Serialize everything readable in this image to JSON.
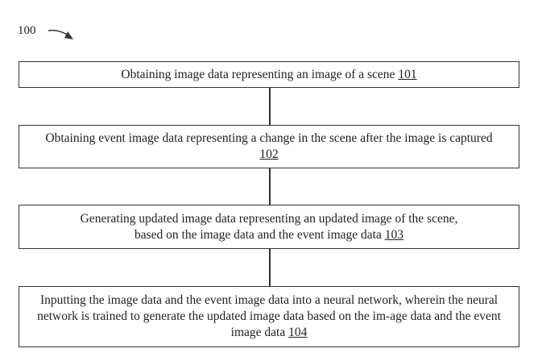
{
  "figure_ref": "100",
  "steps": [
    {
      "text": "Obtaining image data representing an image of a scene",
      "num": "101"
    },
    {
      "text": "Obtaining event image data representing a change in the scene after the image is captured",
      "num": "102"
    },
    {
      "text": "Generating updated image data representing an updated image of the scene, based on the image data and the event image data",
      "num": "103"
    },
    {
      "text": "Inputting the image data and the event image data into a neural network, wherein the neural network is trained to generate the updated image data based on the im-age data and the event image data",
      "num": "104"
    }
  ]
}
